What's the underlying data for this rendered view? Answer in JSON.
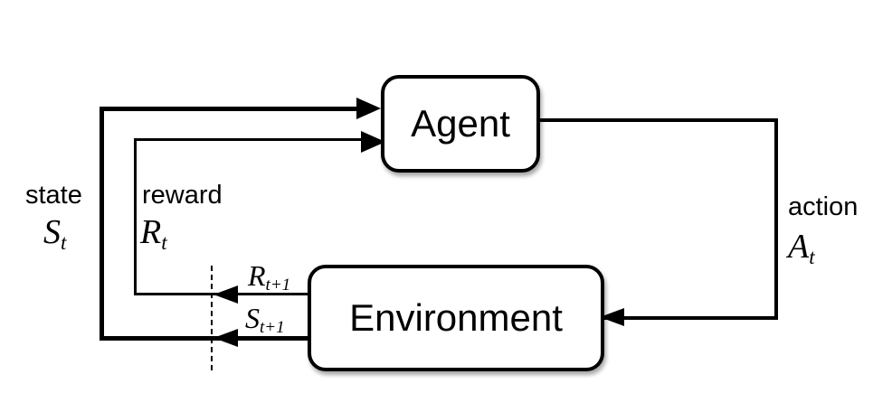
{
  "nodes": {
    "agent": {
      "label": "Agent"
    },
    "environment": {
      "label": "Environment"
    }
  },
  "labels": {
    "state": {
      "text": "state",
      "symbol": "S",
      "subscript": "t"
    },
    "reward": {
      "text": "reward",
      "symbol": "R",
      "subscript": "t"
    },
    "action": {
      "text": "action",
      "symbol": "A",
      "subscript": "t"
    },
    "next_reward": {
      "symbol": "R",
      "subscript": "t+1"
    },
    "next_state": {
      "symbol": "S",
      "subscript": "t+1"
    }
  },
  "colors": {
    "line": "#000000",
    "background": "#ffffff",
    "node_fill": "#ffffff"
  }
}
